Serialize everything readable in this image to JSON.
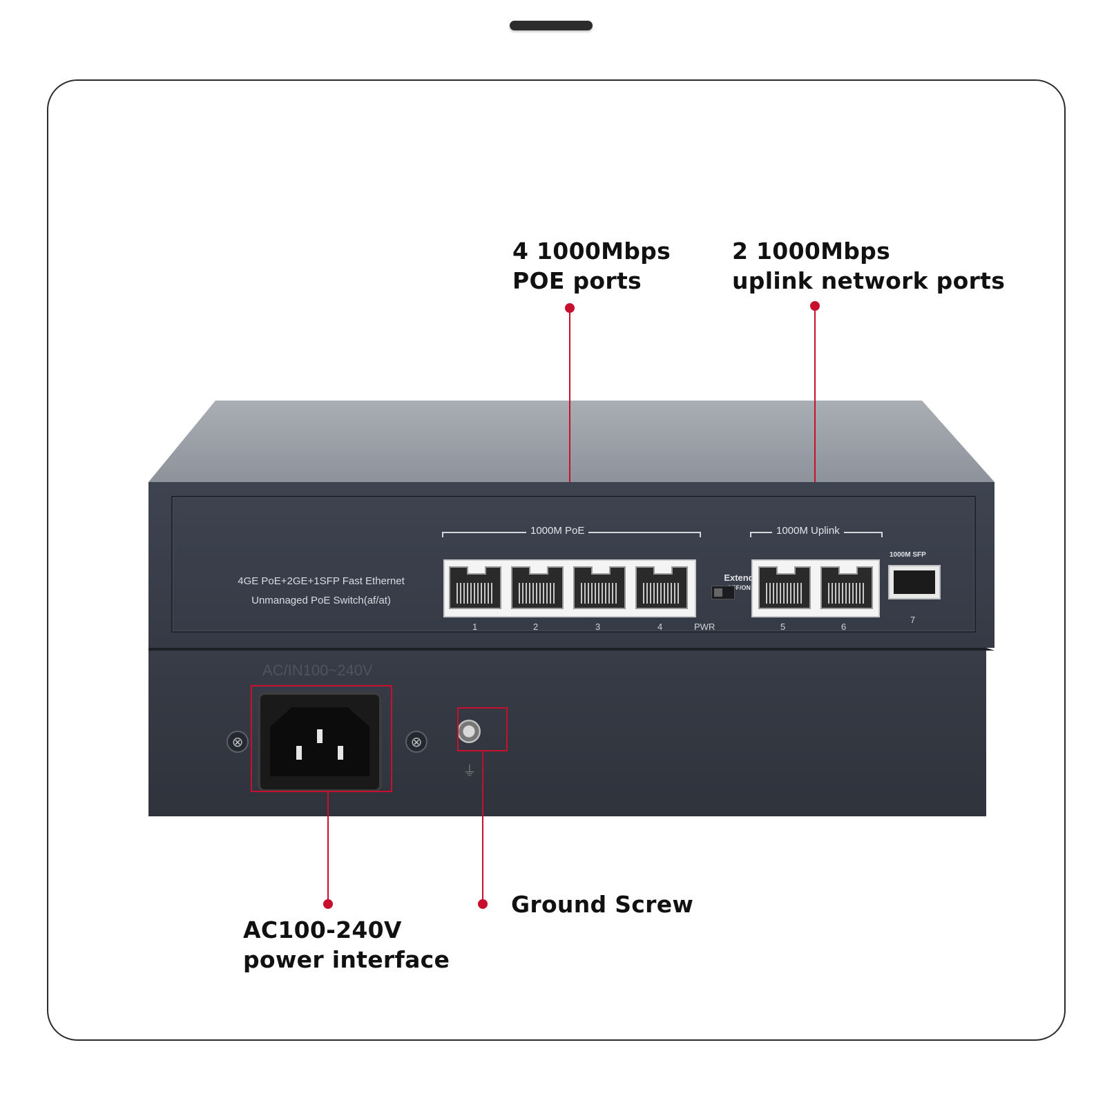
{
  "callouts": {
    "poe": {
      "line1": "4 1000Mbps",
      "line2": "POE ports"
    },
    "uplink": {
      "line1": "2 1000Mbps",
      "line2": "uplink network ports"
    },
    "power": {
      "line1": "AC100-240V",
      "line2": "power interface"
    },
    "ground": {
      "label": "Ground Screw"
    }
  },
  "device": {
    "model_line1": "4GE PoE+2GE+1SFP Fast Ethernet",
    "model_line2": "Unmanaged PoE  Switch(af/at)",
    "poe_group_label": "1000M PoE",
    "uplink_group_label": "1000M Uplink",
    "sfp_label": "1000M SFP",
    "extend_label": "Extend",
    "extend_sub": "OFF/ON",
    "pwr_label": "PWR",
    "port_numbers": [
      "1",
      "2",
      "3",
      "4",
      "5",
      "6",
      "7"
    ],
    "ac_label": "AC/IN100~240V",
    "ground_symbol": "⏚"
  },
  "colors": {
    "accent_red": "#c8102e",
    "device_gray": "#3a3f4a"
  }
}
